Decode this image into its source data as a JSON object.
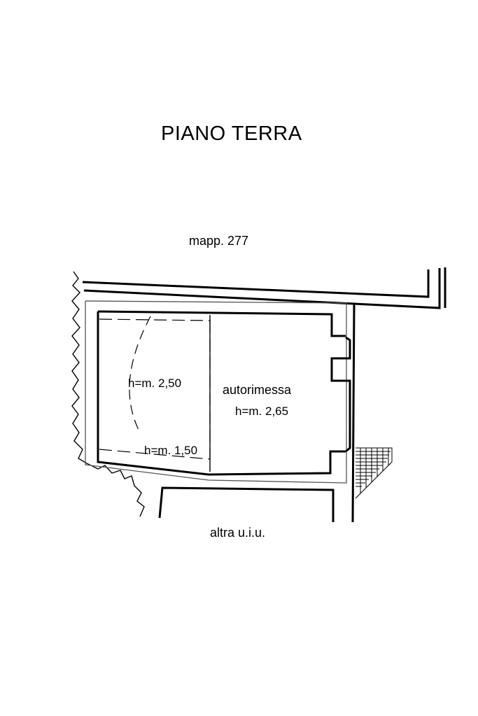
{
  "title": "PIANO TERRA",
  "labels": {
    "mapp": "mapp. 277",
    "height_left": "h=m. 2,50",
    "room_name": "autorimessa",
    "height_room": "h=m. 2,65",
    "height_low": "h=m. 1,50",
    "bottom_unit": "altra u.i.u."
  },
  "colors": {
    "line": "#000000",
    "thin_line": "#555555",
    "background": "#ffffff"
  }
}
